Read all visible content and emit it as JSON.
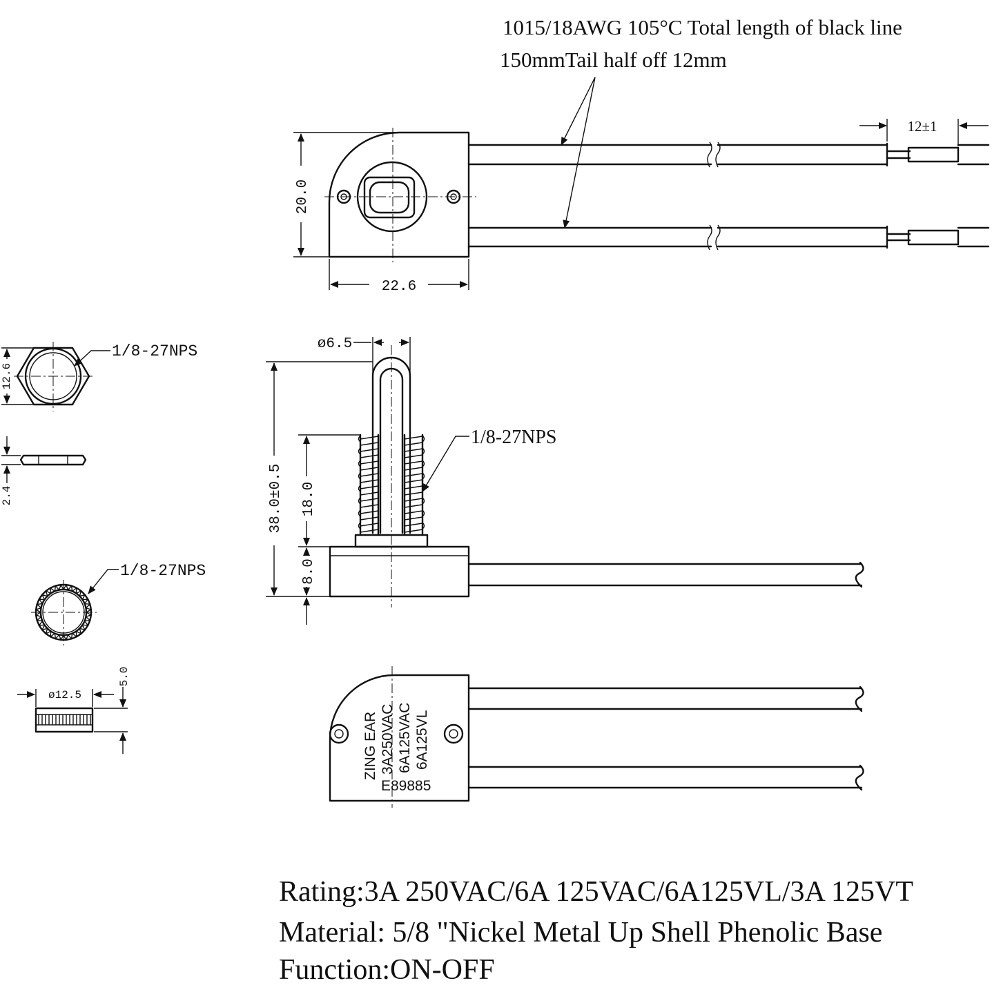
{
  "drawing": {
    "note_wire_line1": "1015/18AWG 105°C Total length of black line",
    "note_wire_line2": "150mmTail half off  12mm",
    "dim_strip": "12±1",
    "dim_height": "20.0",
    "dim_width": "22.6",
    "dim_shaft_dia": "ø6.5",
    "dim_total_height": "38.0±0.5",
    "dim_thread_len": "18.0",
    "dim_base_height": "8.0",
    "thread_spec_main": "1/8-27NPS",
    "thread_spec_hex": "1/8-27NPS",
    "thread_spec_knurl": "1/8-27NPS",
    "dim_hex_width": "12.6",
    "dim_hex_thick": "2.4",
    "dim_knurl_dia": "ø12.5",
    "dim_knurl_thick": "5.0",
    "body_marking": [
      "ZING  EAR",
      "3A250VAC",
      "6A125VAC",
      "6A125VL",
      "E89885"
    ]
  },
  "specs": {
    "rating": "Rating:3A 250VAC/6A 125VAC/6A125VL/3A 125VT",
    "material": "Material: 5/8 \"Nickel Metal Up Shell Phenolic Base",
    "function": "Function:ON-OFF"
  }
}
